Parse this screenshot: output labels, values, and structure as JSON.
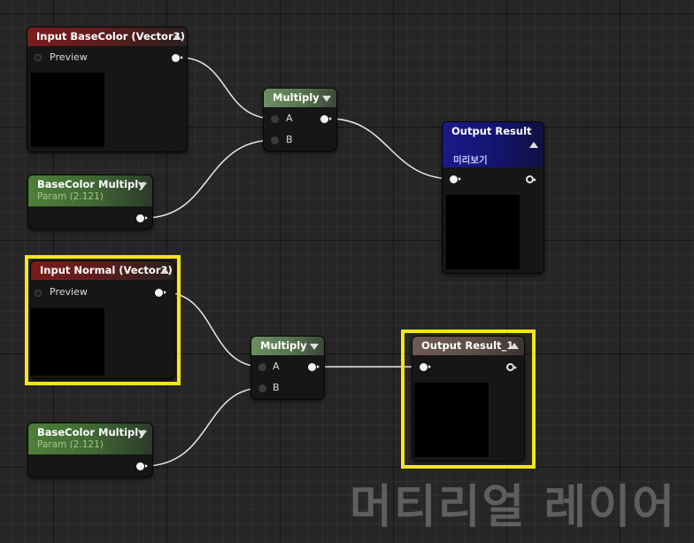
{
  "nodes": {
    "input_basecolor": {
      "title": "Input BaseColor (Vector3)",
      "pin_label": "Preview"
    },
    "basecolor_multiply_1": {
      "title": "BaseColor Multiply",
      "subtitle": "Param (2.121)"
    },
    "multiply_1": {
      "title": "Multiply",
      "pin_a": "A",
      "pin_b": "B"
    },
    "output_result": {
      "title": "Output Result",
      "subtitle": "미리보기"
    },
    "input_normal": {
      "title": "Input Normal (Vector3)",
      "pin_label": "Preview"
    },
    "basecolor_multiply_2": {
      "title": "BaseColor Multiply",
      "subtitle": "Param (2.121)"
    },
    "multiply_2": {
      "title": "Multiply",
      "pin_a": "A",
      "pin_b": "B"
    },
    "output_result_1": {
      "title": "Output Result_1"
    }
  },
  "watermark": "머티리얼 레이어",
  "colors": {
    "highlight": "#f4e51d",
    "wire": "#e8e8e8",
    "background": "#262626"
  }
}
